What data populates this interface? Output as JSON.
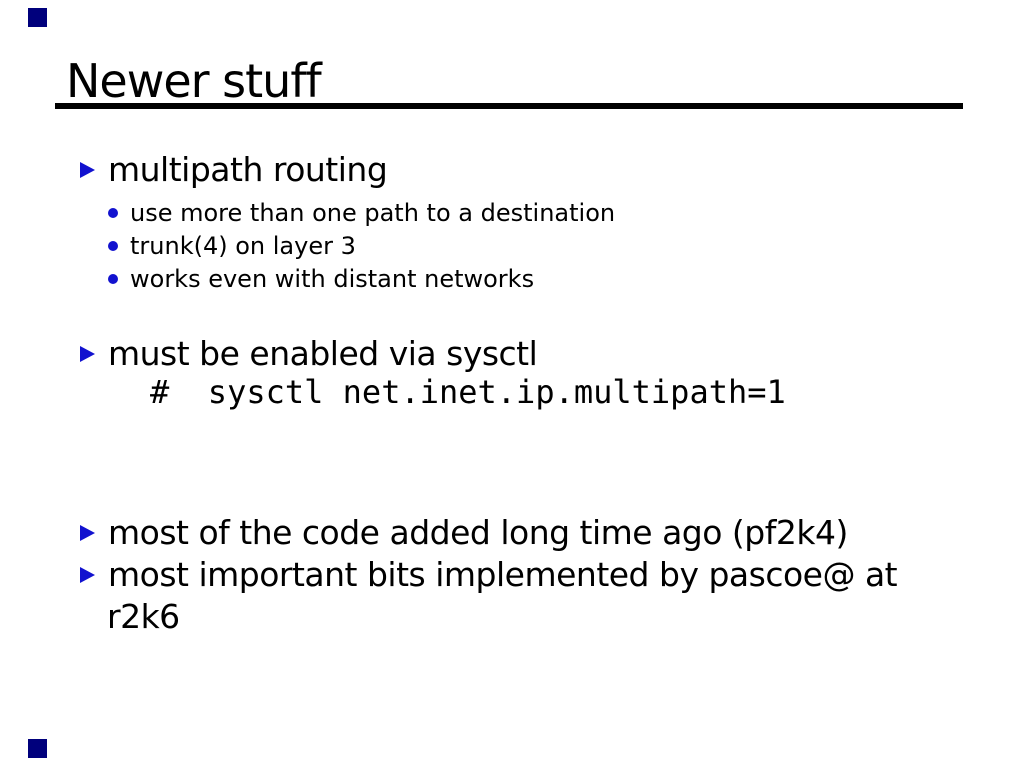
{
  "slide": {
    "title": "Newer stuff",
    "colors": {
      "bullet_blue": "#1212cf",
      "corner_navy": "#00007c",
      "rule_black": "#000000"
    },
    "content": {
      "b1": {
        "label": "multipath routing",
        "subs": [
          "use more than one path to a destination",
          "trunk(4) on layer 3",
          "works even with distant networks"
        ]
      },
      "b2": {
        "label": "must be enabled via sysctl",
        "code": "#  sysctl net.inet.ip.multipath=1"
      },
      "b3": {
        "label": "most of the code added long time ago (pf2k4)"
      },
      "b4": {
        "label": "most important bits implemented by pascoe@ at",
        "continuation": "r2k6"
      }
    }
  }
}
